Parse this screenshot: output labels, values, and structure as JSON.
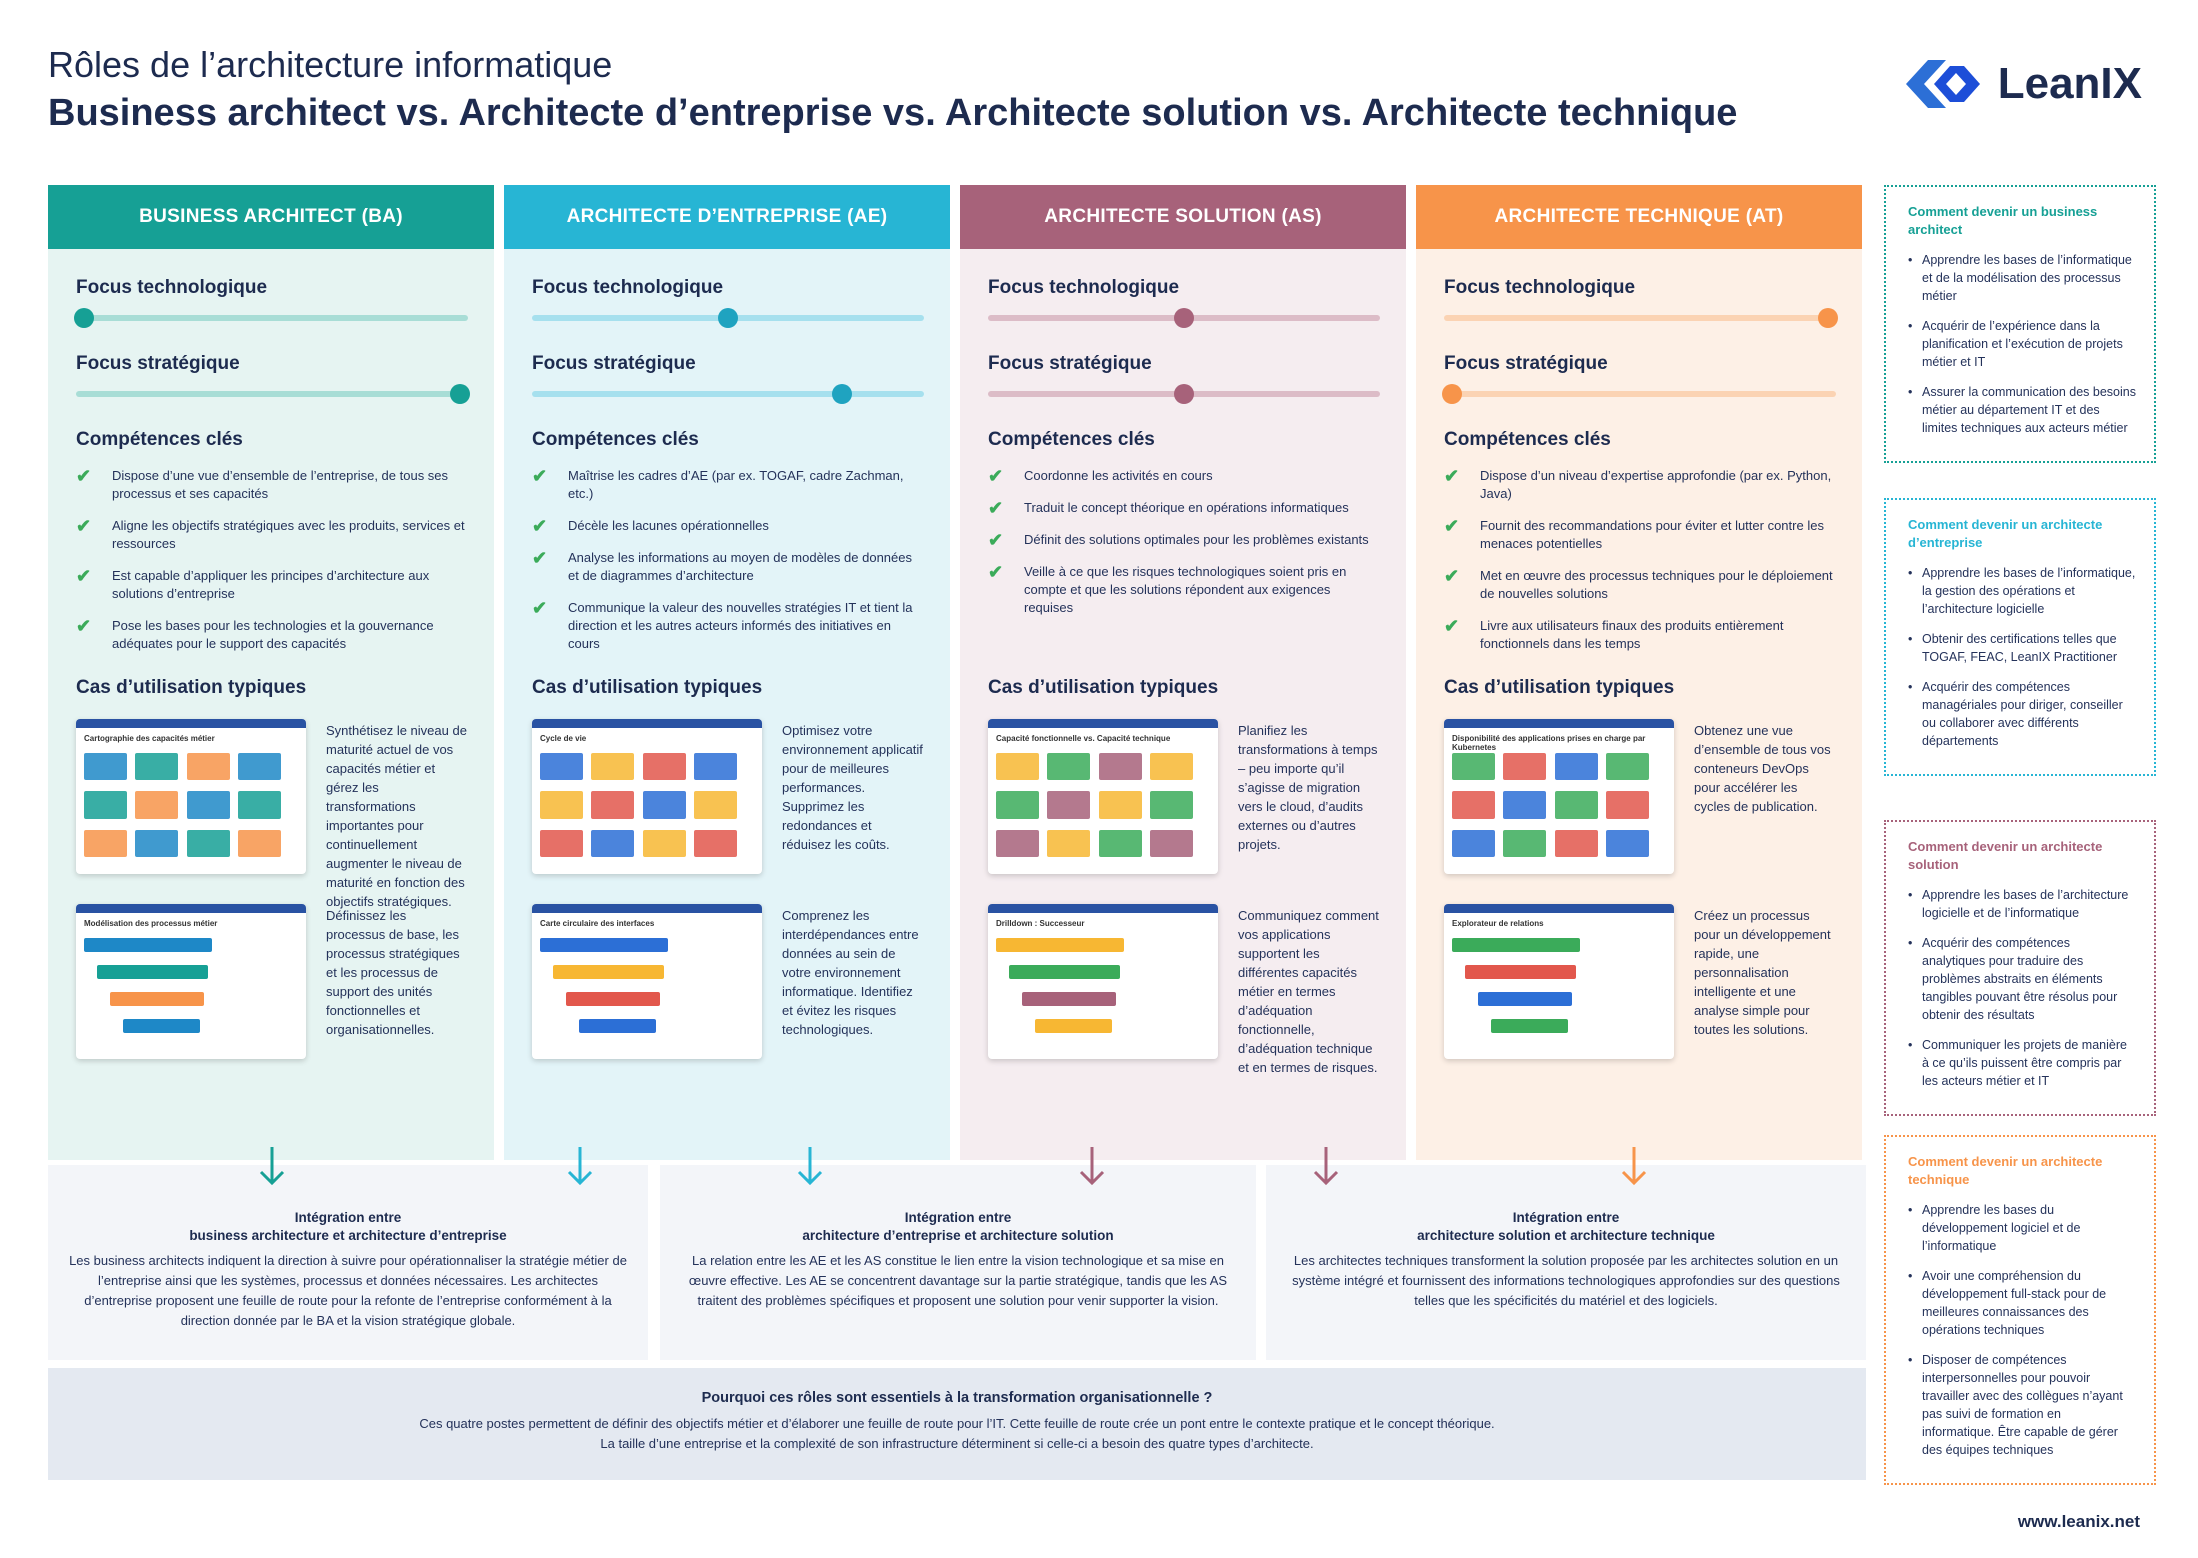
{
  "header": {
    "pretitle": "Rôles de l’architecture informatique",
    "title": "Business architect vs. Architecte d’entreprise vs. Architecte solution vs. Architecte technique"
  },
  "logo": {
    "text": "LeanIX"
  },
  "colors": {
    "ba": "#16a095",
    "ae": "#27b5d4",
    "as": "#a7627a",
    "at": "#f7944a"
  },
  "columns": [
    {
      "header": "BUSINESS ARCHITECT (BA)",
      "tech_label": "Focus technologique",
      "tech_value": 0.02,
      "strat_label": "Focus stratégique",
      "strat_value": 0.98,
      "comp_title": "Compétences clés",
      "competences": [
        "Dispose d’une vue d’ensemble de l’entreprise, de tous ses processus et ses capacités",
        "Aligne les objectifs stratégiques avec les produits, services et ressources",
        "Est capable d’appliquer les principes d’architecture aux solutions d’entreprise",
        "Pose les bases pour les technologies et la gouvernance adéquates pour le support des capacités"
      ],
      "uses_title": "Cas d’utilisation typiques",
      "uses": [
        {
          "thumb": "Cartographie des capacités métier",
          "text": "Synthétisez le niveau de maturité actuel de vos capacités métier et gérez les transformations importantes pour continuellement augmenter le niveau de maturité en fonction des objectifs stratégiques."
        },
        {
          "thumb": "Modélisation des processus métier",
          "text": "Définissez les processus de base, les processus stratégiques et les processus de support des unités fonctionnelles et organisationnelles."
        }
      ]
    },
    {
      "header": "ARCHITECTE D’ENTREPRISE (AE)",
      "tech_label": "Focus technologique",
      "tech_value": 0.5,
      "strat_label": "Focus stratégique",
      "strat_value": 0.79,
      "comp_title": "Compétences clés",
      "competences": [
        "Maîtrise les cadres d’AE (par ex. TOGAF, cadre Zachman, etc.)",
        "Décèle les lacunes opérationnelles",
        "Analyse les informations au moyen de modèles de données et de diagrammes d’architecture",
        "Communique la valeur des nouvelles stratégies IT et tient la direction et les autres acteurs informés des initiatives en cours"
      ],
      "uses_title": "Cas d’utilisation typiques",
      "uses": [
        {
          "thumb": "Cycle de vie",
          "text": "Optimisez votre environnement applicatif pour de meilleures performances. Supprimez les redondances et réduisez les coûts."
        },
        {
          "thumb": "Carte circulaire des interfaces",
          "text": "Comprenez les interdépendances entre données au sein de votre environnement informatique. Identifiez et évitez les risques technologiques."
        }
      ]
    },
    {
      "header": "ARCHITECTE SOLUTION (AS)",
      "tech_label": "Focus technologique",
      "tech_value": 0.5,
      "strat_label": "Focus stratégique",
      "strat_value": 0.5,
      "comp_title": "Compétences clés",
      "competences": [
        "Coordonne les activités en cours",
        "Traduit le concept théorique en opérations informatiques",
        "Définit des solutions optimales pour les problèmes existants",
        "Veille à ce que les risques technologiques soient pris en compte et que les solutions répondent aux exigences requises"
      ],
      "uses_title": "Cas d’utilisation typiques",
      "uses": [
        {
          "thumb": "Capacité fonctionnelle vs. Capacité technique",
          "text": "Planifiez les transformations à temps – peu importe qu’il s’agisse de migration vers le cloud, d’audits externes ou d’autres projets."
        },
        {
          "thumb": "Drilldown : Successeur",
          "text": "Communiquez comment vos applications supportent les différentes capacités métier en termes d’adéquation fonctionnelle, d’adéquation technique et en termes de risques."
        }
      ]
    },
    {
      "header": "ARCHITECTE TECHNIQUE (AT)",
      "tech_label": "Focus technologique",
      "tech_value": 0.98,
      "strat_label": "Focus stratégique",
      "strat_value": 0.02,
      "comp_title": "Compétences clés",
      "competences": [
        "Dispose d’un niveau d’expertise approfondie (par ex. Python, Java)",
        "Fournit des recommandations pour éviter et lutter contre les menaces potentielles",
        "Met en œuvre des processus techniques pour le déploiement de nouvelles solutions",
        "Livre aux utilisateurs finaux des produits entièrement fonctionnels dans les temps"
      ],
      "uses_title": "Cas d’utilisation typiques",
      "uses": [
        {
          "thumb": "Disponibilité des applications prises en charge par Kubernetes",
          "text": "Obtenez une vue d’ensemble de tous vos conteneurs DevOps pour accélérer les cycles de publication."
        },
        {
          "thumb": "Explorateur de relations",
          "text": "Créez un processus pour un développement rapide, une personnalisation intelligente et une analyse simple pour toutes les solutions."
        }
      ]
    }
  ],
  "sidebar": [
    {
      "title": "Comment devenir un business architect",
      "items": [
        "Apprendre les bases de l’informatique et de la modélisation des processus métier",
        "Acquérir de l’expérience dans la planification et l’exécution de projets métier et IT",
        "Assurer la communication des besoins métier au département IT et des limites techniques aux acteurs métier"
      ]
    },
    {
      "title": "Comment devenir un architecte d’entreprise",
      "items": [
        "Apprendre les bases de l’informatique, la gestion des opérations et l’architecture logicielle",
        "Obtenir des certifications telles que TOGAF, FEAC, LeanIX Practitioner",
        "Acquérir des compétences managériales pour diriger, conseiller ou collaborer avec différents départements"
      ]
    },
    {
      "title": "Comment devenir un architecte solution",
      "items": [
        "Apprendre les bases de l’architecture logicielle et de l’informatique",
        "Acquérir des compétences analytiques pour traduire des problèmes abstraits en éléments tangibles pouvant être résolus pour obtenir des résultats",
        "Communiquer les projets de manière à ce qu’ils puissent être compris par les acteurs métier et IT"
      ]
    },
    {
      "title": "Comment devenir un architecte technique",
      "items": [
        "Apprendre les bases du développement logiciel et de l’informatique",
        "Avoir une compréhension du développement full-stack pour de meilleures connaissances des opérations techniques",
        "Disposer de compétences interpersonnelles pour pouvoir travailler avec des collègues n’ayant pas suivi de formation en informatique. Être capable de gérer des équipes techniques"
      ]
    }
  ],
  "integrations": [
    {
      "title1": "Intégration entre",
      "title2": "business architecture et architecture d’entreprise",
      "body": "Les business architects indiquent la direction à suivre pour opérationnaliser la stratégie métier de l’entreprise ainsi que les systèmes, processus et données nécessaires. Les architectes d’entreprise proposent une feuille de route pour la refonte de l’entreprise conformément à la direction donnée par le BA et la vision stratégique globale."
    },
    {
      "title1": "Intégration entre",
      "title2": "architecture d’entreprise et architecture solution",
      "body": "La relation entre les AE et les AS constitue le lien entre la vision technologique et sa mise en œuvre effective. Les AE se concentrent davantage sur la partie stratégique, tandis que les AS traitent des problèmes spécifiques et proposent une solution pour venir supporter la vision."
    },
    {
      "title1": "Intégration entre",
      "title2": "architecture solution et architecture technique",
      "body": "Les architectes techniques transforment la solution proposée par les architectes solution en un système intégré et fournissent des informations technologiques approfondies sur des questions telles que les spécificités du matériel et des logiciels."
    }
  ],
  "why": {
    "title": "Pourquoi ces rôles sont essentiels à la transformation organisationnelle ?",
    "line1": "Ces quatre postes permettent de définir des objectifs métier et d’élaborer une feuille de route pour l’IT. Cette feuille de route crée un pont entre le contexte pratique et le concept théorique.",
    "line2": "La taille d’une entreprise et la complexité de son infrastructure déterminent si celle-ci a besoin des quatre types d’architecte."
  },
  "footer": {
    "url": "www.leanix.net"
  }
}
